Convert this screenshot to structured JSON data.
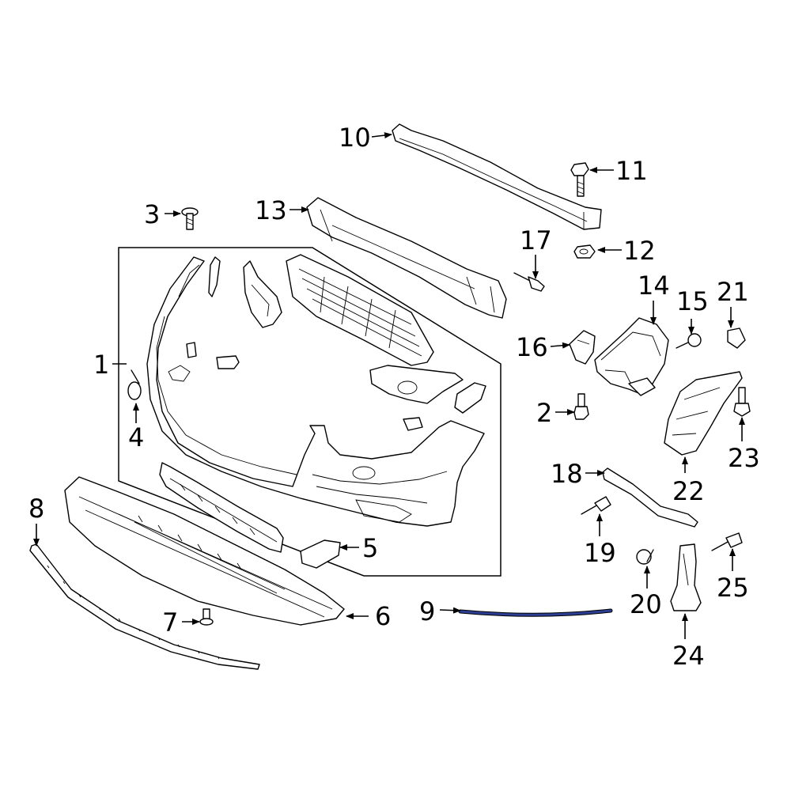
{
  "callouts": [
    "1",
    "2",
    "3",
    "4",
    "5",
    "6",
    "7",
    "8",
    "9",
    "10",
    "11",
    "12",
    "13",
    "14",
    "15",
    "16",
    "17",
    "18",
    "19",
    "20",
    "21",
    "22",
    "23",
    "24",
    "25"
  ],
  "colors": {
    "highlight": "#2c3e91",
    "line": "#000000",
    "background": "#ffffff"
  }
}
